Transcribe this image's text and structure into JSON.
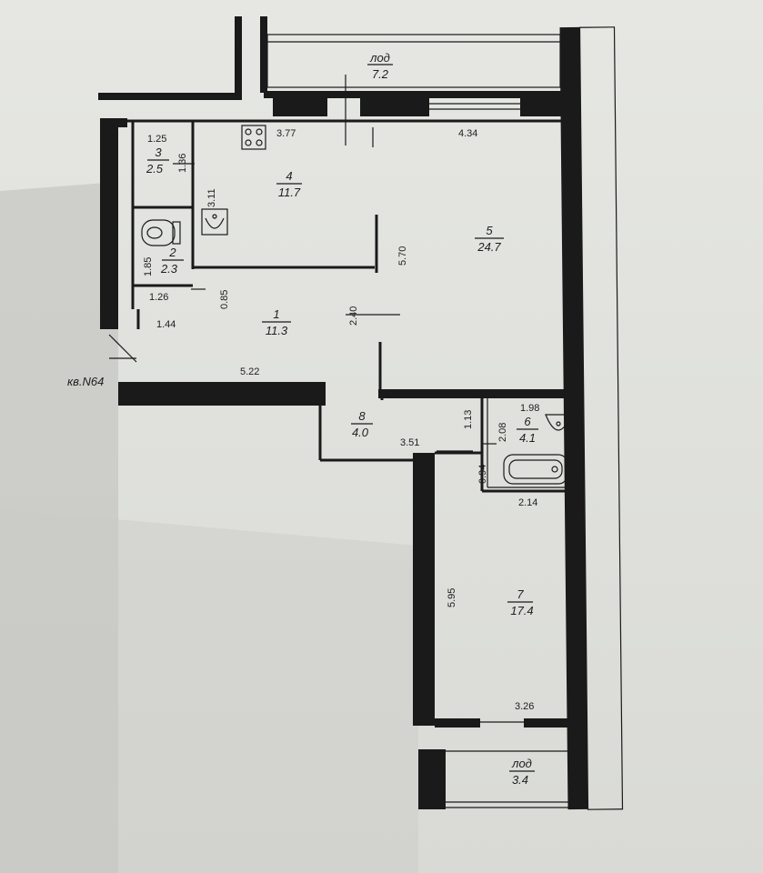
{
  "colors": {
    "paper": "#e4e5e1",
    "ink": "#1a1a1a",
    "shadow": "#a9aaa6"
  },
  "apartment_label": "кв.N64",
  "rooms": [
    {
      "id": "1",
      "number": "1",
      "area": "11.3"
    },
    {
      "id": "2",
      "number": "2",
      "area": "2.3"
    },
    {
      "id": "3",
      "number": "3",
      "area": "2.5"
    },
    {
      "id": "4",
      "number": "4",
      "area": "11.7"
    },
    {
      "id": "5",
      "number": "5",
      "area": "24.7"
    },
    {
      "id": "6",
      "number": "6",
      "area": "4.1"
    },
    {
      "id": "7",
      "number": "7",
      "area": "17.4"
    },
    {
      "id": "8",
      "number": "8",
      "area": "4.0"
    },
    {
      "id": "loggia-top",
      "number": "лод",
      "area": "7.2"
    },
    {
      "id": "loggia-bottom",
      "number": "лод",
      "area": "3.4"
    }
  ],
  "dimensions": {
    "d_1_25": "1.25",
    "d_3_77": "3.77",
    "d_4_34": "4.34",
    "d_1_36": "1.36",
    "d_3_11": "3.11",
    "d_5_70": "5.70",
    "d_1_85": "1.85",
    "d_1_26": "1.26",
    "d_0_85": "0.85",
    "d_1_44": "1.44",
    "d_2_40": "2.40",
    "d_5_22": "5.22",
    "d_1_98": "1.98",
    "d_1_13": "1.13",
    "d_2_08": "2.08",
    "d_3_51": "3.51",
    "d_0_94": "0.94",
    "d_2_14": "2.14",
    "d_5_95": "5.95",
    "d_3_26": "3.26"
  }
}
